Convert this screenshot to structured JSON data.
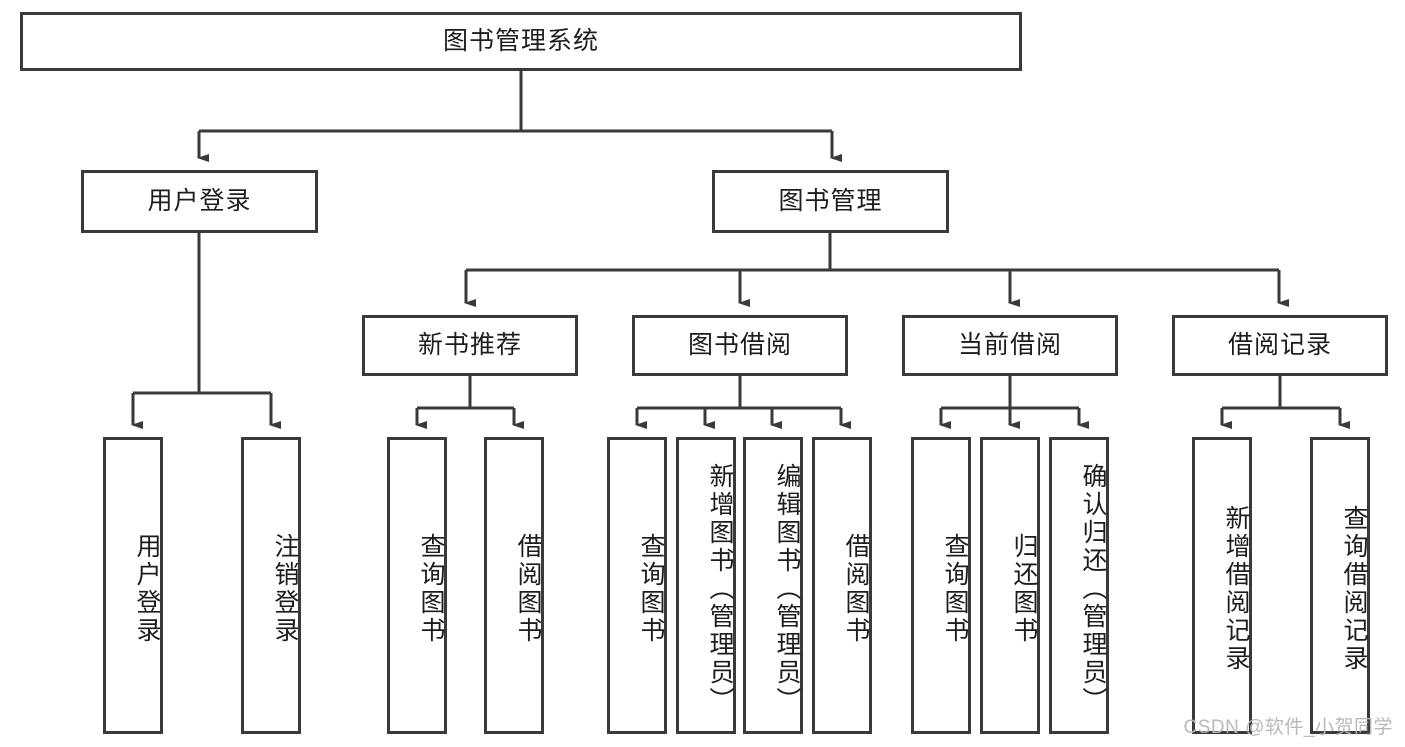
{
  "diagram": {
    "title_node": {
      "id": "root",
      "label": "图书管理系统"
    },
    "level2": [
      {
        "id": "user-login",
        "label": "用户登录"
      },
      {
        "id": "book-management",
        "label": "图书管理"
      }
    ],
    "level3": [
      {
        "id": "new-book-recommend",
        "label": "新书推荐"
      },
      {
        "id": "book-borrow",
        "label": "图书借阅"
      },
      {
        "id": "current-borrow",
        "label": "当前借阅"
      },
      {
        "id": "borrow-record",
        "label": "借阅记录"
      }
    ],
    "leaves": [
      {
        "id": "leaf-user-login",
        "label": "用户登录",
        "parent": "user-login"
      },
      {
        "id": "leaf-logout",
        "label": "注销登录",
        "parent": "user-login"
      },
      {
        "id": "leaf-query-book-1",
        "label": "查询图书",
        "parent": "new-book-recommend"
      },
      {
        "id": "leaf-borrow-book-1",
        "label": "借阅图书",
        "parent": "new-book-recommend"
      },
      {
        "id": "leaf-query-book-2",
        "label": "查询图书",
        "parent": "book-borrow"
      },
      {
        "id": "leaf-add-book",
        "label": "新增图书（管理员）",
        "parent": "book-borrow"
      },
      {
        "id": "leaf-edit-book",
        "label": "编辑图书（管理员）",
        "parent": "book-borrow"
      },
      {
        "id": "leaf-borrow-book-2",
        "label": "借阅图书",
        "parent": "book-borrow"
      },
      {
        "id": "leaf-query-book-3",
        "label": "查询图书",
        "parent": "current-borrow"
      },
      {
        "id": "leaf-return-book",
        "label": "归还图书",
        "parent": "current-borrow"
      },
      {
        "id": "leaf-confirm-return",
        "label": "确认归还（管理员）",
        "parent": "current-borrow"
      },
      {
        "id": "leaf-add-record",
        "label": "新增借阅记录",
        "parent": "borrow-record"
      },
      {
        "id": "leaf-query-record",
        "label": "查询借阅记录",
        "parent": "borrow-record"
      }
    ],
    "colors": {
      "border": "#3a3a3a",
      "background": "#ffffff",
      "text": "#1d1d1d",
      "watermark": "#b9b9b9"
    }
  },
  "watermark": {
    "text": "CSDN @软件_小贺同学"
  }
}
